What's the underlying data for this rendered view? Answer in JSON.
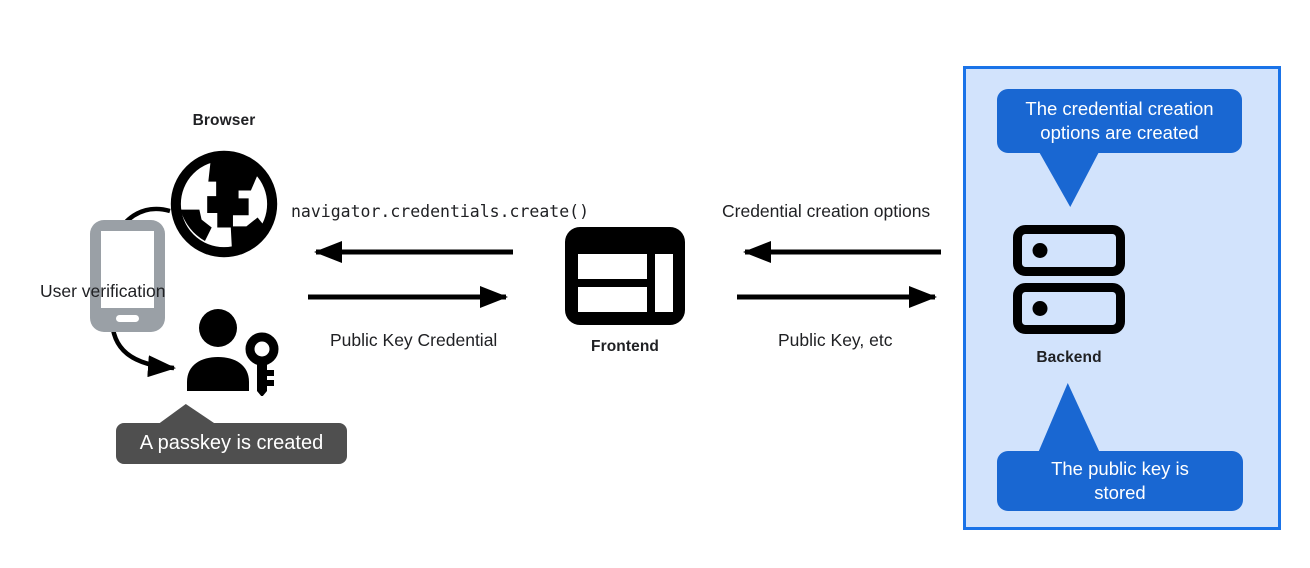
{
  "colors": {
    "bubble-blue": "#1967d2",
    "panel-border": "#1a73e8",
    "panel-bg": "#d2e3fc",
    "dark-bubble": "#4f4f4f",
    "phone-gray": "#9aa0a6",
    "ink": "#202124",
    "icon-black": "#000000",
    "bubble-text": "#ffffff",
    "canvas-bg": "#ffffff"
  },
  "left": {
    "browser_label": "Browser",
    "user_verification_label": "User verification",
    "passkey_bubble_text": "A passkey is created",
    "icons": {
      "browser": "globe-icon",
      "authenticator": "phone-icon",
      "passkey": "user-with-key-icon"
    }
  },
  "middle": {
    "code_label": "navigator.credentials.create()",
    "public_key_credential_label": "Public Key Credential",
    "frontend_label": "Frontend",
    "icons": {
      "frontend": "browser-window-icon"
    }
  },
  "right": {
    "credential_options_label": "Credential creation options",
    "public_key_label": "Public Key, etc",
    "backend_label": "Backend",
    "top_bubble_text": "The credential creation options are created",
    "bottom_bubble_text": "The public key is stored",
    "icons": {
      "backend": "server-stack-icon"
    }
  }
}
